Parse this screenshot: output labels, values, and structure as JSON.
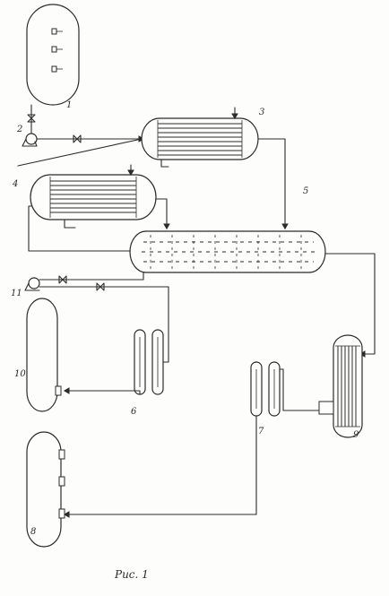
{
  "diagram": {
    "caption": "Рис. 1",
    "labels": {
      "l1": "1",
      "l2": "2",
      "l3": "3",
      "l4": "4",
      "l5": "5",
      "l6": "6",
      "l7": "7",
      "l8": "8",
      "l9": "9",
      "l10": "10",
      "l11": "11"
    }
  }
}
